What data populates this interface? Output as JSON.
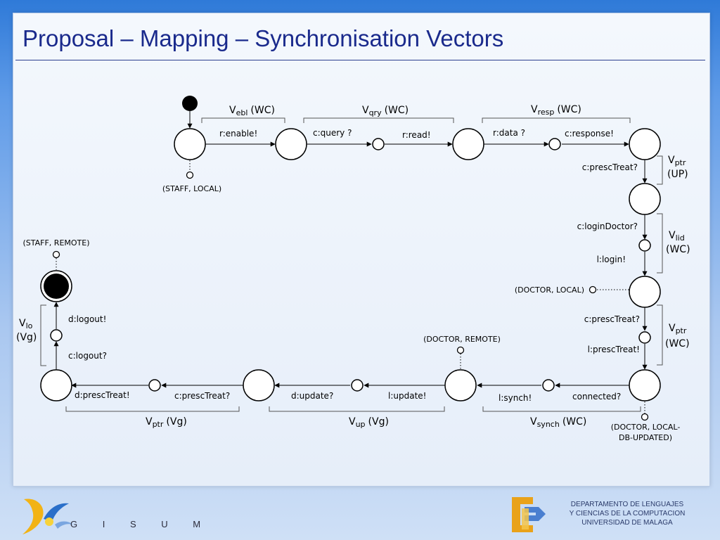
{
  "slide": {
    "title": "Proposal – Mapping – Synchronisation Vectors"
  },
  "diagram": {
    "edge_labels": [
      "r:enable!",
      "c:query ?",
      "r:read!",
      "r:data ?",
      "c:response!",
      "c:prescTreat?",
      "c:loginDoctor?",
      "l:login!",
      "c:prescTreat?",
      "l:prescTreat!",
      "connected?",
      "l:synch!",
      "l:update!",
      "d:update?",
      "c:prescTreat?",
      "d:prescTreat!",
      "c:logout?",
      "d:logout!"
    ],
    "state_labels": [
      "(STAFF, LOCAL)",
      "(STAFF, REMOTE)",
      "(DOCTOR, LOCAL)",
      "(DOCTOR, REMOTE)",
      "(DOCTOR, LOCAL-",
      "DB-UPDATED)"
    ],
    "vectors": [
      {
        "name": "V",
        "sub": "ebl",
        "mode": "(WC)"
      },
      {
        "name": "V",
        "sub": "qry",
        "mode": "(WC)"
      },
      {
        "name": "V",
        "sub": "resp",
        "mode": "(WC)"
      },
      {
        "name": "V",
        "sub": "ptr",
        "mode": "(UP)"
      },
      {
        "name": "V",
        "sub": "lid",
        "mode": "(WC)"
      },
      {
        "name": "V",
        "sub": "ptr",
        "mode": "(WC)"
      },
      {
        "name": "V",
        "sub": "synch",
        "mode": "(WC)"
      },
      {
        "name": "V",
        "sub": "up",
        "mode": "(Vg)"
      },
      {
        "name": "V",
        "sub": "ptr",
        "mode": "(Vg)"
      },
      {
        "name": "V",
        "sub": "lo",
        "mode": "(Vg)"
      }
    ]
  },
  "footer": {
    "logo_text": "G I S U M",
    "department": [
      "DEPARTAMENTO DE LENGUAJES",
      "Y CIENCIAS DE LA COMPUTACION",
      "UNIVERSIDAD DE MALAGA"
    ]
  },
  "colors": {
    "title": "#1a2a8c",
    "background_top": "#2f7ad8",
    "panel": "#eef3fb"
  }
}
